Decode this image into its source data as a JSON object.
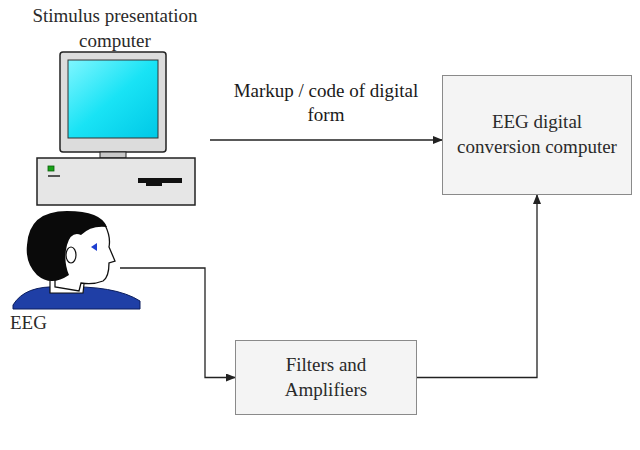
{
  "diagram": {
    "nodes": [
      {
        "text": [
          "Stimulus presentation computer"
        ]
      },
      {
        "text": [
          "EEG digital conversion computer"
        ]
      },
      {
        "text": [
          "EEG"
        ]
      },
      {
        "text": [
          "Filters and Amplifiers"
        ]
      }
    ],
    "edges": [
      {
        "from": 0,
        "to": 1,
        "label": "Markup / code of digital form",
        "arrow": "to"
      },
      {
        "from": 2,
        "to": 3,
        "arrow": "to"
      },
      {
        "from": 3,
        "to": 1,
        "arrow": "to"
      }
    ]
  }
}
